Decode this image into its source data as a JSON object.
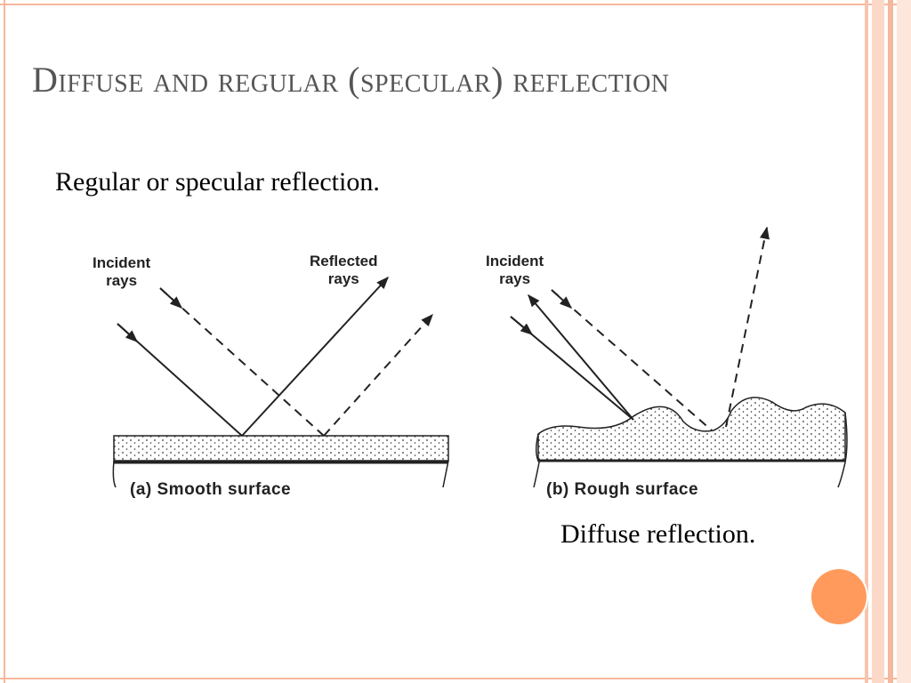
{
  "slide": {
    "title": "Diffuse and regular (specular) reflection",
    "caption_regular": "Regular or specular reflection.",
    "caption_diffuse": "Diffuse reflection."
  },
  "diagram_a": {
    "incident_label_line1": "Incident",
    "incident_label_line2": "rays",
    "reflected_label_line1": "Reflected",
    "reflected_label_line2": "rays",
    "subcaption": "(a) Smooth surface"
  },
  "diagram_b": {
    "incident_label_line1": "Incident",
    "incident_label_line2": "rays",
    "subcaption": "(b) Rough surface"
  },
  "colors": {
    "accent": "#ff9a5c",
    "frame": "#f5b79d",
    "title_text": "#555555"
  }
}
